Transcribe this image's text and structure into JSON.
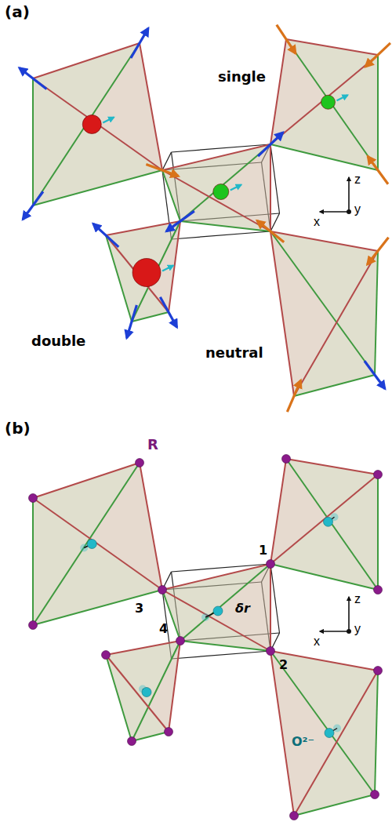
{
  "diagram": {
    "labels": [
      "(a)",
      "single",
      "double",
      "neutral",
      "z",
      "x",
      "y",
      "(b)",
      "R",
      "1",
      "3",
      "2",
      "4",
      "δr",
      "O²⁻",
      "z",
      "x",
      "y"
    ]
  }
}
